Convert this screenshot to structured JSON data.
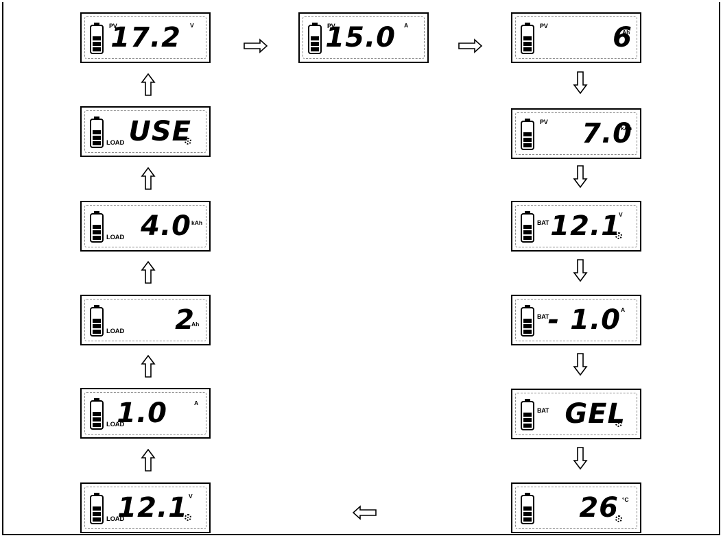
{
  "displays": [
    {
      "id": "pv-voltage",
      "label": "PV",
      "value": "17.2",
      "unit": "V",
      "gear": false
    },
    {
      "id": "pv-current",
      "label": "PV",
      "value": "15.0",
      "unit": "A",
      "gear": false
    },
    {
      "id": "pv-ah",
      "label": "PV",
      "value": "6",
      "unit": "Ah",
      "gear": false
    },
    {
      "id": "pv-kah",
      "label": "PV",
      "value": "7.0",
      "unit": "kAh",
      "gear": false
    },
    {
      "id": "bat-voltage",
      "label": "BAT",
      "value": "12.1",
      "unit": "V",
      "gear": true
    },
    {
      "id": "bat-current",
      "label": "BAT",
      "value": "- 1.0",
      "unit": "A",
      "gear": false
    },
    {
      "id": "bat-type",
      "label": "BAT",
      "value": "GEL",
      "unit": "",
      "gear": true
    },
    {
      "id": "temperature",
      "label": "",
      "value": "26",
      "unit": "°C",
      "gear": true
    },
    {
      "id": "load-voltage",
      "label": "LOAD",
      "value": "12.1",
      "unit": "V",
      "gear": true
    },
    {
      "id": "load-current",
      "label": "LOAD",
      "value": "1.0",
      "unit": "A",
      "gear": false
    },
    {
      "id": "load-ah",
      "label": "LOAD",
      "value": "2",
      "unit": "Ah",
      "gear": false
    },
    {
      "id": "load-kah",
      "label": "LOAD",
      "value": "4.0",
      "unit": "kAh",
      "gear": false
    },
    {
      "id": "load-use",
      "label": "LOAD",
      "value": "USE",
      "unit": "",
      "gear": true
    }
  ],
  "arrows": [
    {
      "dir": "right"
    },
    {
      "dir": "right"
    },
    {
      "dir": "down"
    },
    {
      "dir": "down"
    },
    {
      "dir": "down"
    },
    {
      "dir": "down"
    },
    {
      "dir": "down"
    },
    {
      "dir": "left"
    },
    {
      "dir": "up"
    },
    {
      "dir": "up"
    },
    {
      "dir": "up"
    },
    {
      "dir": "up"
    },
    {
      "dir": "up"
    }
  ],
  "colors": {
    "line": "#000000",
    "dashed": "#8a8a8a",
    "background": "#ffffff"
  },
  "icons": {
    "battery": "battery-icon",
    "gear": "gear-icon",
    "arrow": "hollow-arrow-icon"
  }
}
